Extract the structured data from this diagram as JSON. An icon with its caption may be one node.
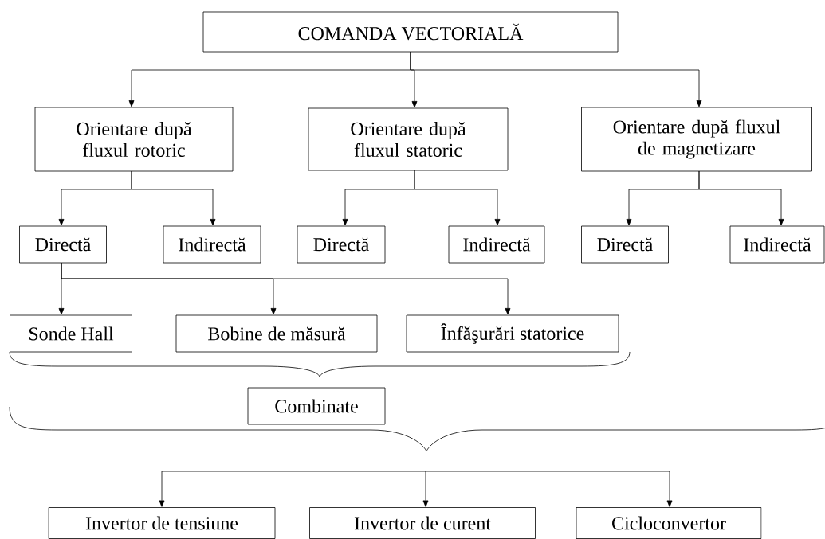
{
  "diagram": {
    "nodes": [
      {
        "text": [
          "COMANDA VECTORIALĂ"
        ]
      },
      {
        "text": [
          "Orientare după fluxul rotoric"
        ]
      },
      {
        "text": [
          "Orientare după fluxul statoric"
        ]
      },
      {
        "text": [
          "Orientare după fluxul de magnetizare"
        ]
      },
      {
        "text": [
          "Directă"
        ]
      },
      {
        "text": [
          "Indirectă"
        ]
      },
      {
        "text": [
          "Directă"
        ]
      },
      {
        "text": [
          "Indirectă"
        ]
      },
      {
        "text": [
          "Directă"
        ]
      },
      {
        "text": [
          "Indirectă"
        ]
      },
      {
        "text": [
          "Sonde Hall"
        ]
      },
      {
        "text": [
          "Bobine de măsură"
        ]
      },
      {
        "text": [
          "Înfăşurări statorice"
        ]
      },
      {
        "text": [
          "Combinate"
        ]
      },
      {
        "text": [
          "Invertor de tensiune"
        ]
      },
      {
        "text": [
          "Invertor de curent"
        ]
      },
      {
        "text": [
          "Cicloconvertor"
        ]
      }
    ],
    "edges": [
      {
        "from": 0,
        "to": 1,
        "arrow": "to"
      },
      {
        "from": 0,
        "to": 2,
        "arrow": "to"
      },
      {
        "from": 0,
        "to": 3,
        "arrow": "to"
      },
      {
        "from": 1,
        "to": 4,
        "arrow": "to"
      },
      {
        "from": 1,
        "to": 5,
        "arrow": "to"
      },
      {
        "from": 2,
        "to": 6,
        "arrow": "to"
      },
      {
        "from": 2,
        "to": 7,
        "arrow": "to"
      },
      {
        "from": 3,
        "to": 8,
        "arrow": "to"
      },
      {
        "from": 3,
        "to": 9,
        "arrow": "to"
      },
      {
        "from": 4,
        "to": 10,
        "arrow": "to"
      },
      {
        "from": 4,
        "to": 11,
        "arrow": "to"
      },
      {
        "from": 4,
        "to": 12,
        "arrow": "to"
      },
      {
        "from": null,
        "to": 14,
        "arrow": "to"
      },
      {
        "from": null,
        "to": 15,
        "arrow": "to"
      },
      {
        "from": null,
        "to": 16,
        "arrow": "to"
      }
    ]
  }
}
